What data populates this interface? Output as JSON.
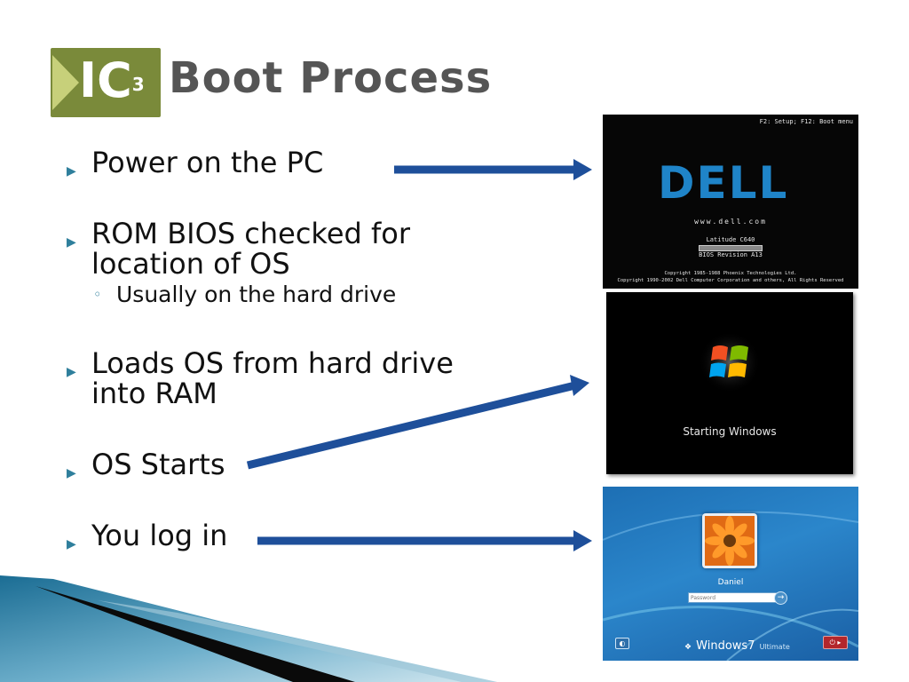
{
  "title": "Boot Process",
  "logo": {
    "text": "IC",
    "superscript": "3"
  },
  "bullets": [
    {
      "text": "Power on the PC"
    },
    {
      "text_line1": "ROM BIOS checked for",
      "text_line2": "location of OS",
      "sub": "Usually on the hard drive"
    },
    {
      "text_line1": "Loads OS from hard drive",
      "text_line2": "into RAM"
    },
    {
      "text": "OS Starts"
    },
    {
      "text": "You log in"
    }
  ],
  "bios_screen": {
    "top_right": "F2: Setup; F12: Boot menu",
    "logo": "DELL",
    "url": "www.dell.com",
    "model": "Latitude C640",
    "revision": "BIOS Revision A13",
    "copyright1": "Copyright 1985-1988 Phoenix Technologies Ltd.",
    "copyright2": "Copyright 1990-2002 Dell Computer Corporation and others, All Rights Reserved"
  },
  "windows_screen": {
    "label": "Starting Windows"
  },
  "logon_screen": {
    "user": "Daniel",
    "password_placeholder": "Password",
    "brand": "Windows",
    "brand_version": "7",
    "edition": "Ultimate"
  },
  "colors": {
    "bullet_marker": "#2f7f9c",
    "arrow": "#1e4f9a",
    "title": "#555555"
  }
}
